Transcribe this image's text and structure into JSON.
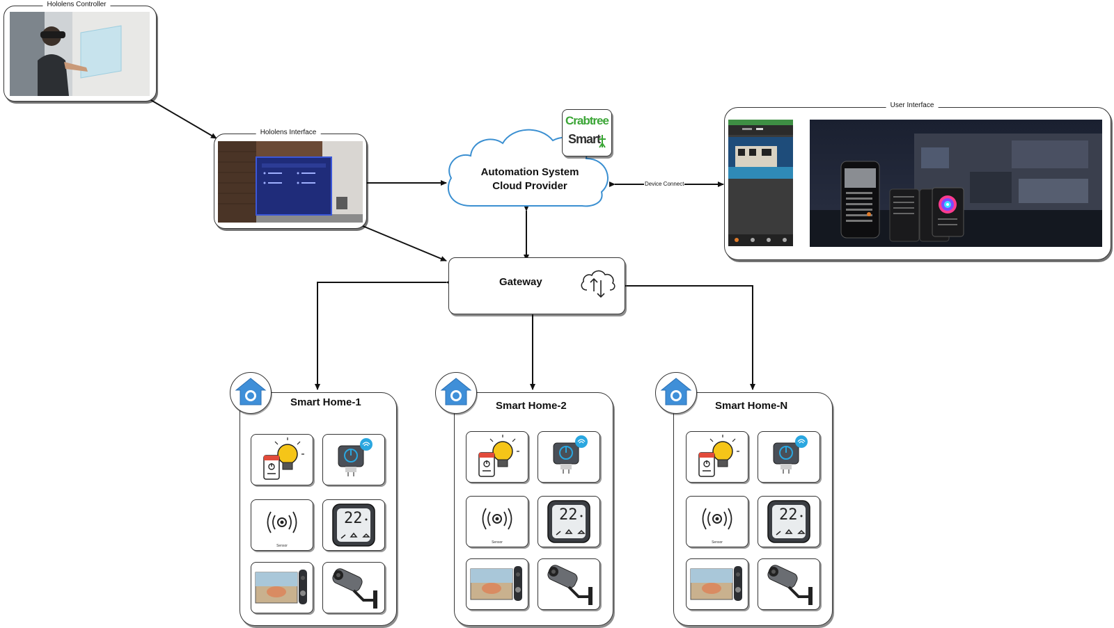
{
  "hololens_controller": {
    "title": "Hololens Controller"
  },
  "hololens_interface": {
    "title": "Hololens Interface"
  },
  "cloud": {
    "line1": "Automation System",
    "line2": "Cloud Provider",
    "logo_line1": "Crabtree",
    "logo_line2": "Smart"
  },
  "user_interface": {
    "title": "User Interface",
    "connection_label": "Device Connect"
  },
  "gateway": {
    "label": "Gateway"
  },
  "homes": [
    {
      "title": "Smart Home-1",
      "sensor_label": "Sensor",
      "thermostat_value": "22"
    },
    {
      "title": "Smart Home-2",
      "sensor_label": "Sensor",
      "thermostat_value": "22"
    },
    {
      "title": "Smart Home-N",
      "sensor_label": "Sensor",
      "thermostat_value": "22"
    }
  ],
  "colors": {
    "cloud_stroke": "#3a8fd1",
    "home_icon": "#3f8fd8",
    "logo_green": "#3aa535",
    "plug_blue": "#2aa7e0"
  }
}
